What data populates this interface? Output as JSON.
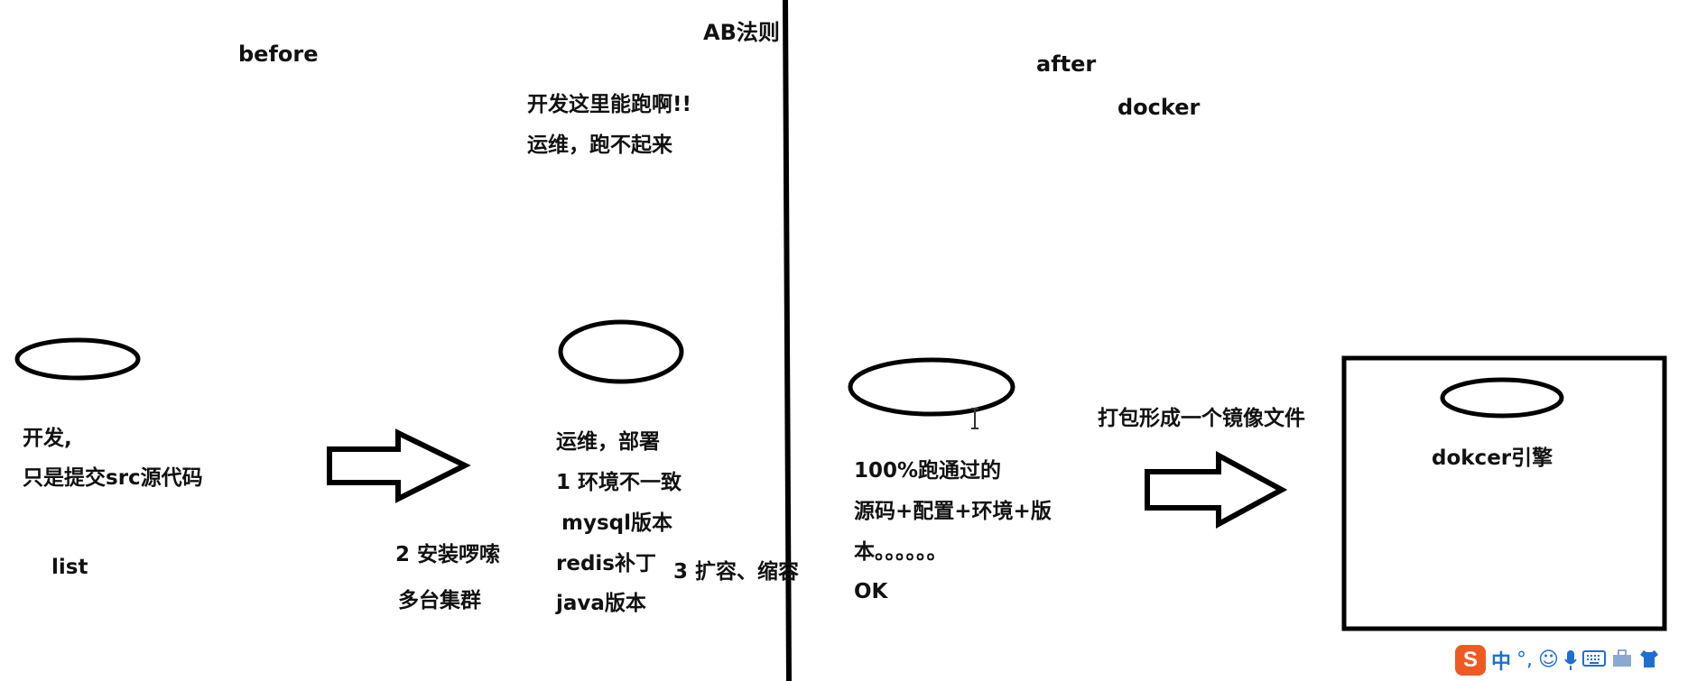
{
  "labels": {
    "before": "before",
    "ab_rule": "AB法则",
    "after": "after",
    "docker": "docker",
    "dev_runs": "开发这里能跑啊!!",
    "ops_fails": "运维，跑不起来",
    "dev": "开发,",
    "dev_submit": "只是提交src源代码",
    "list": "list",
    "install_verbose": "2 安装啰嗦",
    "multi_cluster": "多台集群",
    "ops_deploy": "运维，部署",
    "env_inconsistent": "1 环境不一致",
    "mysql_version": "mysql版本",
    "redis_patch": "redis补丁",
    "scale": "3 扩容、缩容",
    "java_version": "java版本",
    "passed_100": "100%跑通过的",
    "bundle_line1": "源码+配置+环境+版",
    "bundle_line2": "本。。。。。。",
    "ok": "OK",
    "package_image": "打包形成一个镜像文件",
    "docker_engine": "dokcer引擎"
  },
  "ime": {
    "logo": "S",
    "mode": "中",
    "punct": "°,",
    "icons": [
      "smiley-icon",
      "microphone-icon",
      "keyboard-icon",
      "toolbox-icon",
      "shirt-icon"
    ]
  }
}
